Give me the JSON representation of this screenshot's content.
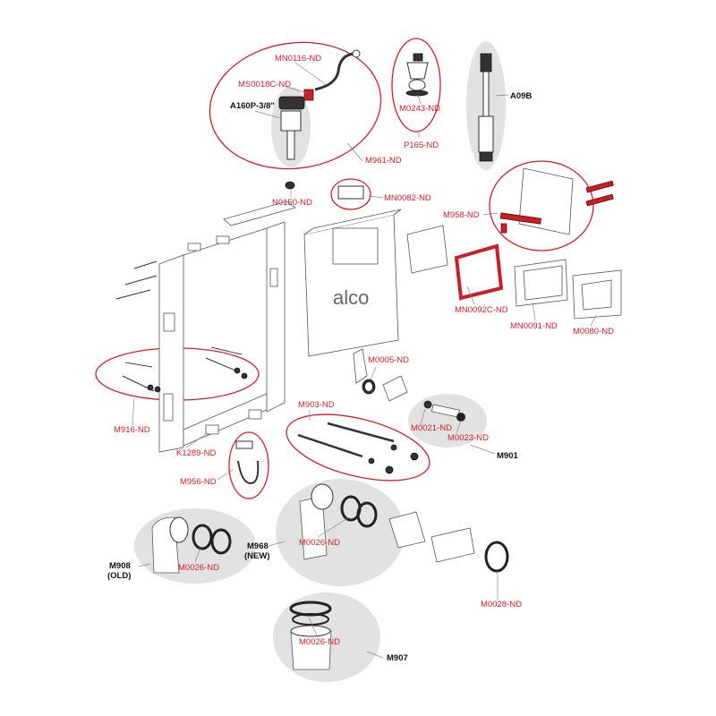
{
  "brand": {
    "logo_text": "alco"
  },
  "labels": {
    "mn0116": "MN0116-ND",
    "ms0018c": "MS0018C-ND",
    "a160p": "A160P-3/8\"",
    "m961": "M961-ND",
    "m0243": "M0243-ND",
    "p165": "P165-ND",
    "a09b": "A09B",
    "n0150": "N0150-ND",
    "mn0082": "MN0082-ND",
    "m958": "M958-ND",
    "mn0092c": "MN0092C-ND",
    "mn0091": "MN0091-ND",
    "m0080": "M0080-ND",
    "m0005": "M0005-ND",
    "m903": "M903-ND",
    "m0021": "M0021-ND",
    "m0023": "M0023-ND",
    "m901": "M901",
    "m916": "M916-ND",
    "k1289": "K1289-ND",
    "m956": "M956-ND",
    "m968_line1": "M968",
    "m968_line2": "(NEW)",
    "m0026_a": "M0026-ND",
    "m908_line1": "M908",
    "m908_line2": "(OLD)",
    "m0026_b": "M0026-ND",
    "m0028": "M0028-ND",
    "m0026_c": "M0026-ND",
    "m907": "M907"
  },
  "colors": {
    "accent_red": "#d0202a",
    "highlight_grey": "#e2e2e2"
  }
}
